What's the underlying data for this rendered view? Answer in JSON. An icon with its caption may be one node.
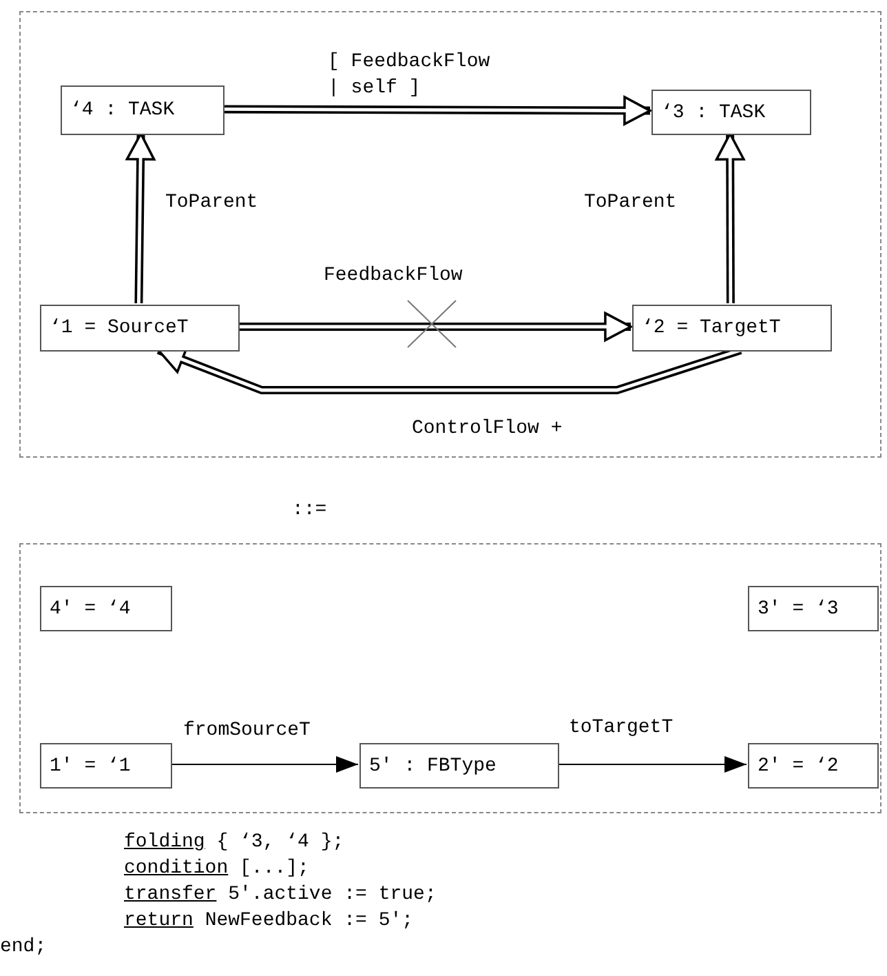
{
  "diagram": {
    "nodes": [
      {
        "text": [],
        "shape": "box"
      },
      {
        "text": [
          "‘4 : TASK"
        ],
        "in": 0
      },
      {
        "text": [
          "‘3 : TASK"
        ],
        "in": 0
      },
      {
        "text": [
          "‘1 = SourceT"
        ],
        "in": 0
      },
      {
        "text": [
          "‘2 = TargetT"
        ],
        "in": 0
      },
      {
        "text": [],
        "shape": "box"
      },
      {
        "text": [
          "4′ = ‘4"
        ],
        "in": 5
      },
      {
        "text": [
          "3′ = ‘3"
        ],
        "in": 5
      },
      {
        "text": [
          "1′ = ‘1"
        ],
        "in": 5
      },
      {
        "text": [
          "5′ : FBType"
        ],
        "in": 5
      },
      {
        "text": [
          "2′ = ‘2"
        ],
        "in": 5
      }
    ],
    "edges": [
      {
        "from": 1,
        "to": 2,
        "arrow": "to",
        "label": "[ FeedbackFlow | self ]"
      },
      {
        "from": 3,
        "to": 1,
        "arrow": "to",
        "label": "ToParent"
      },
      {
        "from": 4,
        "to": 2,
        "arrow": "to",
        "label": "ToParent"
      },
      {
        "from": 3,
        "to": 4,
        "arrow": "to",
        "label": "FeedbackFlow"
      },
      {
        "from": 4,
        "to": 3,
        "arrow": "to",
        "label": "ControlFlow +"
      },
      {
        "from": 8,
        "to": 9,
        "arrow": "to",
        "label": "fromSourceT"
      },
      {
        "from": 9,
        "to": 10,
        "arrow": "to",
        "label": "toTargetT"
      }
    ],
    "labels": [
      "::=",
      "folding { ‘3, ‘4 };",
      "condition [...];",
      "transfer 5′.active := true;",
      "return NewFeedback := 5′;",
      "end;"
    ]
  }
}
